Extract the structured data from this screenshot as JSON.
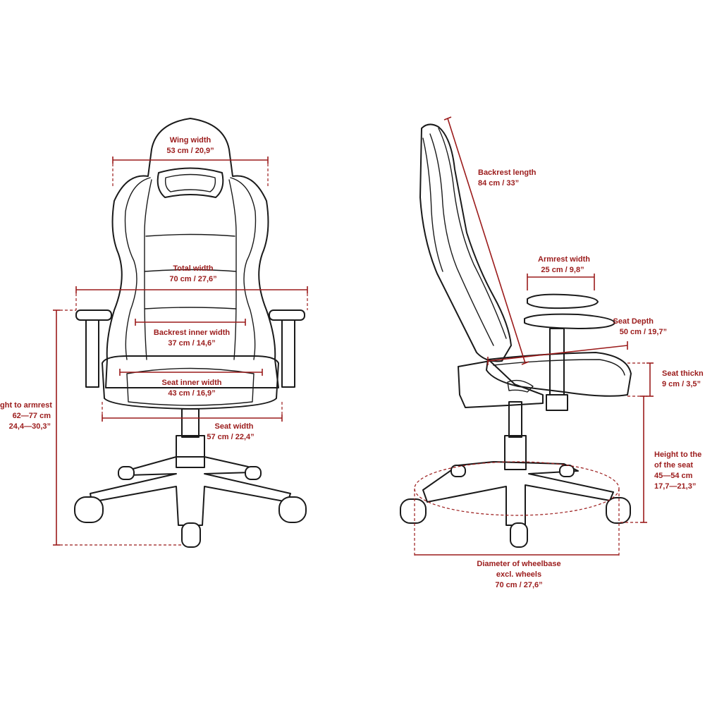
{
  "colors": {
    "dimension": "#9b1b1b",
    "outline": "#1a1a1a",
    "background": "#ffffff"
  },
  "front_view": {
    "wing_width": {
      "label": "Wing width",
      "value": "53 cm / 20,9”"
    },
    "total_width": {
      "label": "Total width",
      "value": "70 cm / 27,6”"
    },
    "backrest_inner_width": {
      "label": "Backrest inner width",
      "value": "37 cm / 14,6”"
    },
    "seat_inner_width": {
      "label": "Seat inner width",
      "value": "43 cm / 16,9”"
    },
    "seat_width": {
      "label": "Seat width",
      "value": "57 cm / 22,4”"
    },
    "height_to_armrest": {
      "label": "ght to armrest",
      "value_cm": "62—77 cm",
      "value_in": "24,4—30,3”"
    }
  },
  "side_view": {
    "backrest_length": {
      "label": "Backrest length",
      "value": "84 cm / 33”"
    },
    "armrest_width": {
      "label": "Armrest width",
      "value": "25 cm / 9,8”"
    },
    "seat_depth": {
      "label": "Seat Depth",
      "value": "50 cm / 19,7”"
    },
    "seat_thickness": {
      "label": "Seat thickn",
      "value": "9 cm / 3,5”"
    },
    "height_to_seat": {
      "label_line1": "Height to the",
      "label_line2": "of the seat",
      "value_cm": "45—54 cm",
      "value_in": "17,7—21,3”"
    },
    "wheelbase_diameter": {
      "label_line1": "Diameter of wheelbase",
      "label_line2": "excl. wheels",
      "value": "70 cm / 27,6”"
    }
  }
}
